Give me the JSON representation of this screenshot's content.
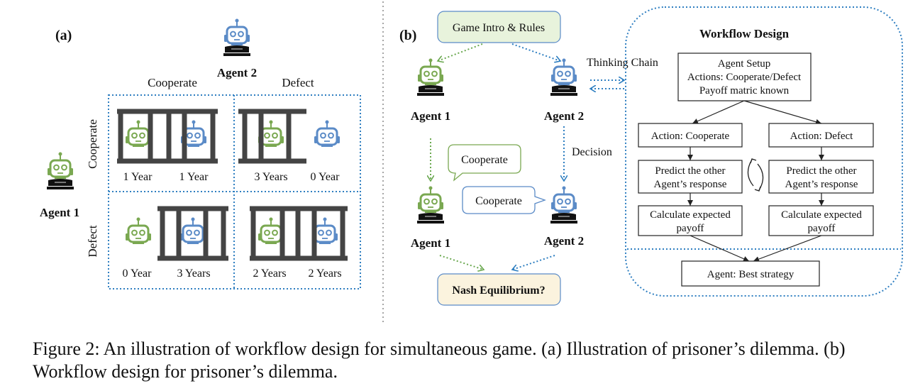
{
  "colors": {
    "green_robot": "#7aa851",
    "blue_robot": "#5b8bc7",
    "dotted_blue": "#2f7fc1",
    "dotted_green": "#6aa84f",
    "bars": "#444444",
    "intro_fill": "#e8f3dc",
    "nash_fill": "#fbf3de"
  },
  "panel_a": {
    "label": "(a)",
    "agent1": "Agent 1",
    "agent2": "Agent 2",
    "col_headers": [
      "Cooperate",
      "Defect"
    ],
    "row_headers": [
      "Cooperate",
      "Defect"
    ],
    "cells": [
      {
        "left": "1 Year",
        "right": "1 Year"
      },
      {
        "left": "3 Years",
        "right": "0 Year"
      },
      {
        "left": "0 Year",
        "right": "3 Years"
      },
      {
        "left": "2 Years",
        "right": "2 Years"
      }
    ]
  },
  "panel_b": {
    "label": "(b)",
    "intro": "Game Intro & Rules",
    "agent1": "Agent 1",
    "agent2": "Agent 2",
    "thinking_chain": "Thinking Chain",
    "decision": "Decision",
    "bubble1": "Cooperate",
    "bubble2": "Cooperate",
    "nash": "Nash Equilibrium?"
  },
  "workflow": {
    "title": "Workflow Design",
    "setup": [
      "Agent Setup",
      "Actions: Cooperate/Defect",
      "Payoff matric known"
    ],
    "action_left": "Action: Cooperate",
    "action_right": "Action: Defect",
    "predict_left": [
      "Predict the other",
      "Agent’s response"
    ],
    "predict_right": [
      "Predict the other",
      "Agent’s response"
    ],
    "calc_left": [
      "Calculate expected",
      "payoff"
    ],
    "calc_right": [
      "Calculate expected",
      "payoff"
    ],
    "best": "Agent: Best strategy"
  },
  "caption": "Figure 2: An illustration of workflow design for simultaneous game. (a) Illustration of prisoner’s dilemma. (b) Workflow design for prisoner’s dilemma."
}
